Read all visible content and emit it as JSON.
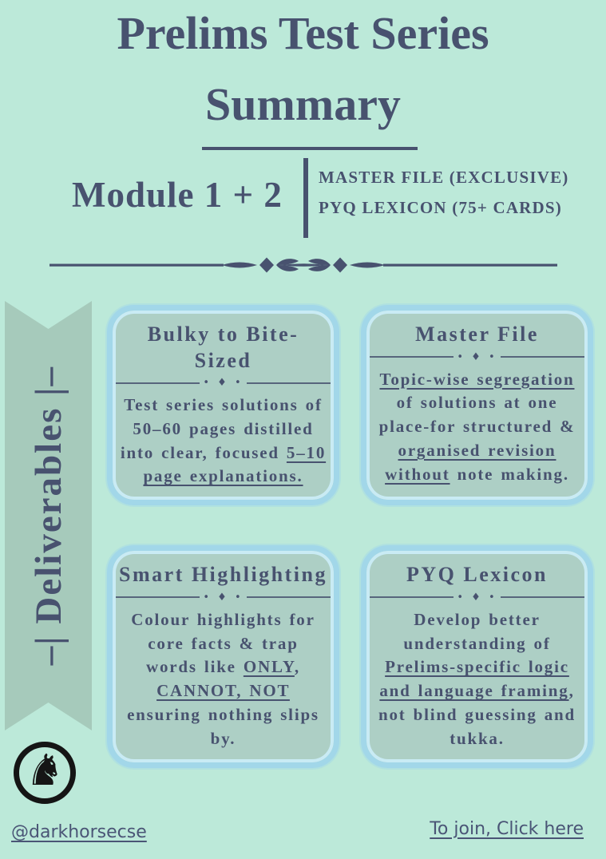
{
  "theme": {
    "bg": "#bce9d9",
    "ink": "#48526f",
    "ribbon": "#a6cabb",
    "card-fill": "#adcfc5",
    "card-border": "#a2d7e9",
    "card-inner": "#c9ebf4",
    "logo": "#151515"
  },
  "header": {
    "title_line_1": "Prelims Test Series",
    "title_line_2": "Summary"
  },
  "module_banner": {
    "module_label": "Module 1 + 2",
    "features": [
      "MASTER FILE (EXCLUSIVE)",
      "PYQ LEXICON (75+ CARDS)"
    ]
  },
  "ribbon": {
    "label": "–| Deliverables |–"
  },
  "decor": {
    "card_divider_ornament": "• ♦ •"
  },
  "cards": [
    {
      "title": "Bulky to Bite-Sized",
      "body": [
        {
          "t": "Test series solutions of 50–60 pages distilled into clear, focused ",
          "u": false
        },
        {
          "t": "5–10 page explanations.",
          "u": true
        }
      ]
    },
    {
      "title": "Master File",
      "body": [
        {
          "t": "Topic-wise segregation",
          "u": true
        },
        {
          "t": " of solutions at one place-for structured & ",
          "u": false
        },
        {
          "t": "organised revision without",
          "u": true
        },
        {
          "t": " note making.",
          "u": false
        }
      ]
    },
    {
      "title": "Smart Highlighting",
      "body": [
        {
          "t": "Colour highlights for core facts & trap words like ",
          "u": false
        },
        {
          "t": "ONLY",
          "u": true
        },
        {
          "t": ", ",
          "u": false
        },
        {
          "t": "CANNOT, NOT",
          "u": true
        },
        {
          "t": " ensuring nothing slips by.",
          "u": false
        }
      ]
    },
    {
      "title": "PYQ Lexicon",
      "body": [
        {
          "t": "Develop better understanding of ",
          "u": false
        },
        {
          "t": "Prelims-specific logic and language framing",
          "u": true
        },
        {
          "t": ", not blind guessing and tukka.",
          "u": false
        }
      ]
    }
  ],
  "footer": {
    "logo_glyph": "♞",
    "handle": "@darkhorsecse",
    "join_link": "To join, Click here"
  }
}
